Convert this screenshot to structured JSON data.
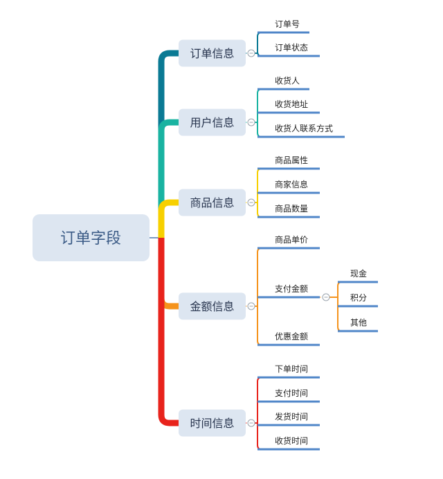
{
  "root": {
    "label": "订单字段"
  },
  "branches": [
    {
      "key": "order",
      "label": "订单信息",
      "color": "#0a7a94",
      "collapse_icon": "minus-circle-icon",
      "children": [
        {
          "label": "订单号"
        },
        {
          "label": "订单状态"
        }
      ]
    },
    {
      "key": "user",
      "label": "用户信息",
      "color": "#19b3a1",
      "collapse_icon": "minus-circle-icon",
      "children": [
        {
          "label": "收货人"
        },
        {
          "label": "收货地址"
        },
        {
          "label": "收货人联系方式"
        }
      ]
    },
    {
      "key": "product",
      "label": "商品信息",
      "color": "#f7d000",
      "collapse_icon": "minus-circle-icon",
      "children": [
        {
          "label": "商品属性"
        },
        {
          "label": "商家信息"
        },
        {
          "label": "商品数量"
        }
      ]
    },
    {
      "key": "amount",
      "label": "金额信息",
      "color": "#f5931c",
      "collapse_icon": "minus-circle-icon",
      "children": [
        {
          "label": "商品单价"
        },
        {
          "label": "支付金额",
          "collapse_icon": "minus-circle-icon",
          "children": [
            {
              "label": "现金"
            },
            {
              "label": "积分"
            },
            {
              "label": "其他"
            }
          ]
        },
        {
          "label": "优惠金额"
        }
      ]
    },
    {
      "key": "time",
      "label": "时间信息",
      "color": "#e8231c",
      "collapse_icon": "minus-circle-icon",
      "children": [
        {
          "label": "下单时间"
        },
        {
          "label": "支付时间"
        },
        {
          "label": "发货时间"
        },
        {
          "label": "收货时间"
        }
      ]
    }
  ],
  "colors": {
    "node_fill": "#dde6f1",
    "root_text": "#3b5b86",
    "branch_text": "#26334d",
    "leaf_text": "#222222",
    "leaf_underline": "#4f86c8",
    "collapse_outline": "#9aa3ad"
  }
}
